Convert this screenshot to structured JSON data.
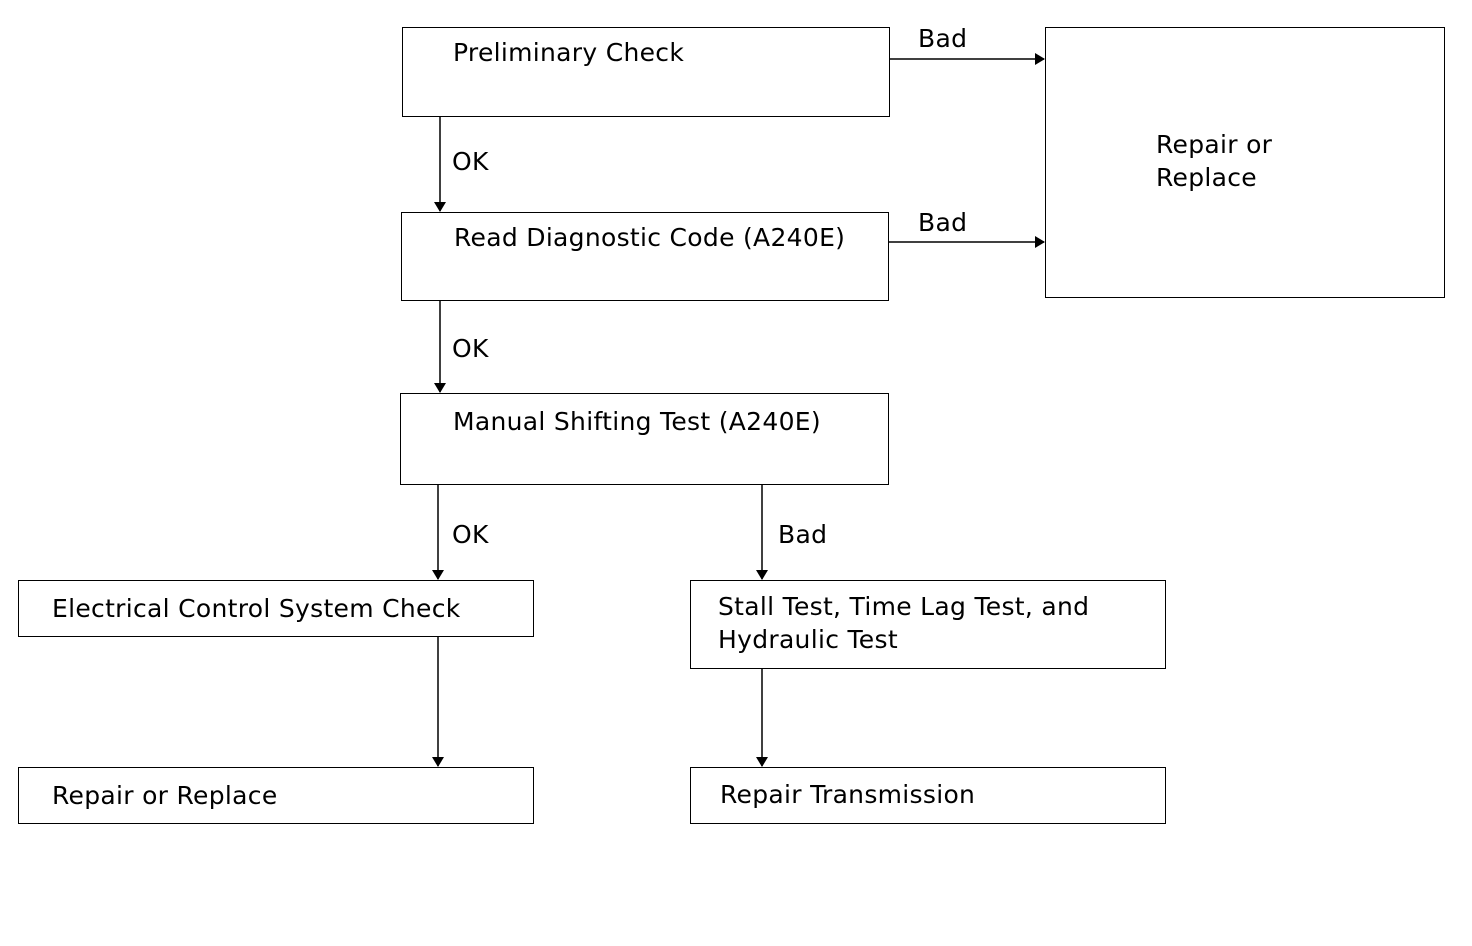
{
  "boxes": {
    "preliminary_check": "Preliminary Check",
    "read_diagnostic_code": "Read Diagnostic Code (A240E)",
    "manual_shifting_test": "Manual Shifting Test (A240E)",
    "repair_or_replace_right_line1": "Repair or",
    "repair_or_replace_right_line2": "Replace",
    "electrical_control_system_check": "Electrical Control System Check",
    "stall_test_line1": "Stall Test, Time Lag Test, and",
    "stall_test_line2": "Hydraulic Test",
    "repair_or_replace_bottom": "Repair or Replace",
    "repair_transmission": "Repair Transmission"
  },
  "labels": {
    "bad_1": "Bad",
    "bad_2": "Bad",
    "ok_1": "OK",
    "ok_2": "OK",
    "ok_3": "OK",
    "bad_3": "Bad"
  }
}
